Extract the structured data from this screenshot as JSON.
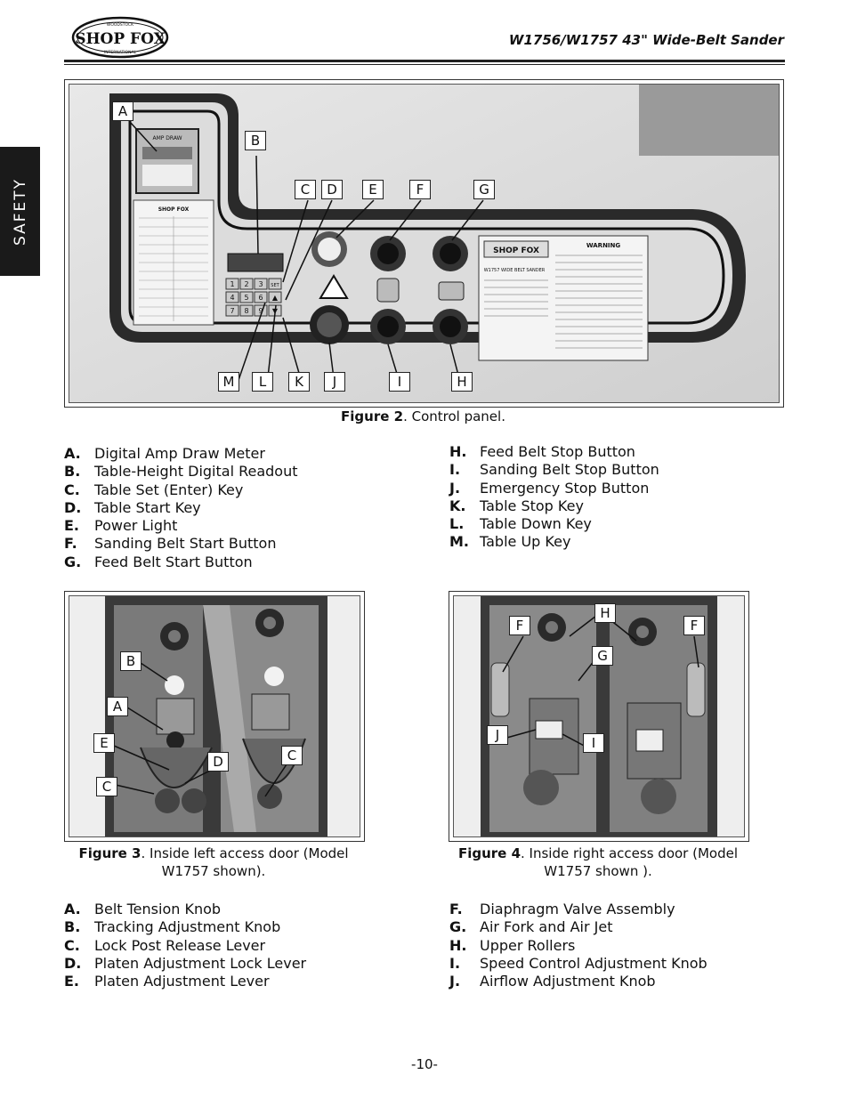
{
  "header": {
    "brand_text": "SHOP FOX",
    "logo_arc_top": "WOODSTOCK",
    "logo_arc_bottom": "INTERNATIONAL",
    "doc_title": "W1756/W1757 43\" Wide-Belt Sander",
    "side_tab": "SAFETY"
  },
  "figure2": {
    "caption_label": "Figure 2",
    "caption_text": ". Control panel.",
    "callouts": [
      "A",
      "B",
      "C",
      "D",
      "E",
      "F",
      "G",
      "M",
      "L",
      "K",
      "J",
      "I",
      "H"
    ],
    "panel_text": {
      "amp_draw": "AMP DRAW",
      "shop_fox_small": "SHOP FOX",
      "machine_label": "W1757 WIDE BELT SANDER",
      "warning": "WARNING",
      "keys": [
        "1",
        "2",
        "3",
        "SET",
        "4",
        "5",
        "6",
        "▲",
        "7",
        "8",
        "9",
        "▼"
      ]
    },
    "legend_left": [
      {
        "k": "A.",
        "v": "Digital Amp Draw Meter"
      },
      {
        "k": "B.",
        "v": "Table-Height Digital Readout"
      },
      {
        "k": "C.",
        "v": "Table Set (Enter) Key"
      },
      {
        "k": "D.",
        "v": "Table Start Key"
      },
      {
        "k": "E.",
        "v": "Power Light"
      },
      {
        "k": "F.",
        "v": "Sanding Belt Start Button"
      },
      {
        "k": "G.",
        "v": "Feed Belt Start Button"
      }
    ],
    "legend_right": [
      {
        "k": "H.",
        "v": "Feed Belt Stop Button"
      },
      {
        "k": "I.",
        "v": "Sanding Belt Stop Button"
      },
      {
        "k": "J.",
        "v": "Emergency Stop Button"
      },
      {
        "k": "K.",
        "v": "Table Stop Key"
      },
      {
        "k": "L.",
        "v": "Table Down Key"
      },
      {
        "k": "M.",
        "v": "Table Up Key"
      }
    ]
  },
  "figure3": {
    "caption_label": "Figure 3",
    "caption_text": ". Inside left access door (Model W1757 shown).",
    "callouts": [
      "B",
      "A",
      "E",
      "D",
      "C",
      "C"
    ],
    "legend": [
      {
        "k": "A.",
        "v": "Belt Tension Knob"
      },
      {
        "k": "B.",
        "v": "Tracking Adjustment Knob"
      },
      {
        "k": "C.",
        "v": "Lock Post Release Lever"
      },
      {
        "k": "D.",
        "v": "Platen Adjustment Lock Lever"
      },
      {
        "k": "E.",
        "v": "Platen Adjustment Lever"
      }
    ]
  },
  "figure4": {
    "caption_label": "Figure 4",
    "caption_text": ". Inside right access door (Model W1757 shown ).",
    "callouts": [
      "H",
      "F",
      "F",
      "G",
      "J",
      "I"
    ],
    "legend": [
      {
        "k": "F.",
        "v": "Diaphragm Valve Assembly"
      },
      {
        "k": "G.",
        "v": "Air Fork and Air Jet"
      },
      {
        "k": "H.",
        "v": "Upper Rollers"
      },
      {
        "k": "I.",
        "v": "Speed Control Adjustment Knob"
      },
      {
        "k": "J.",
        "v": "Airflow Adjustment Knob"
      }
    ]
  },
  "footer": {
    "page_number": "-10-"
  }
}
